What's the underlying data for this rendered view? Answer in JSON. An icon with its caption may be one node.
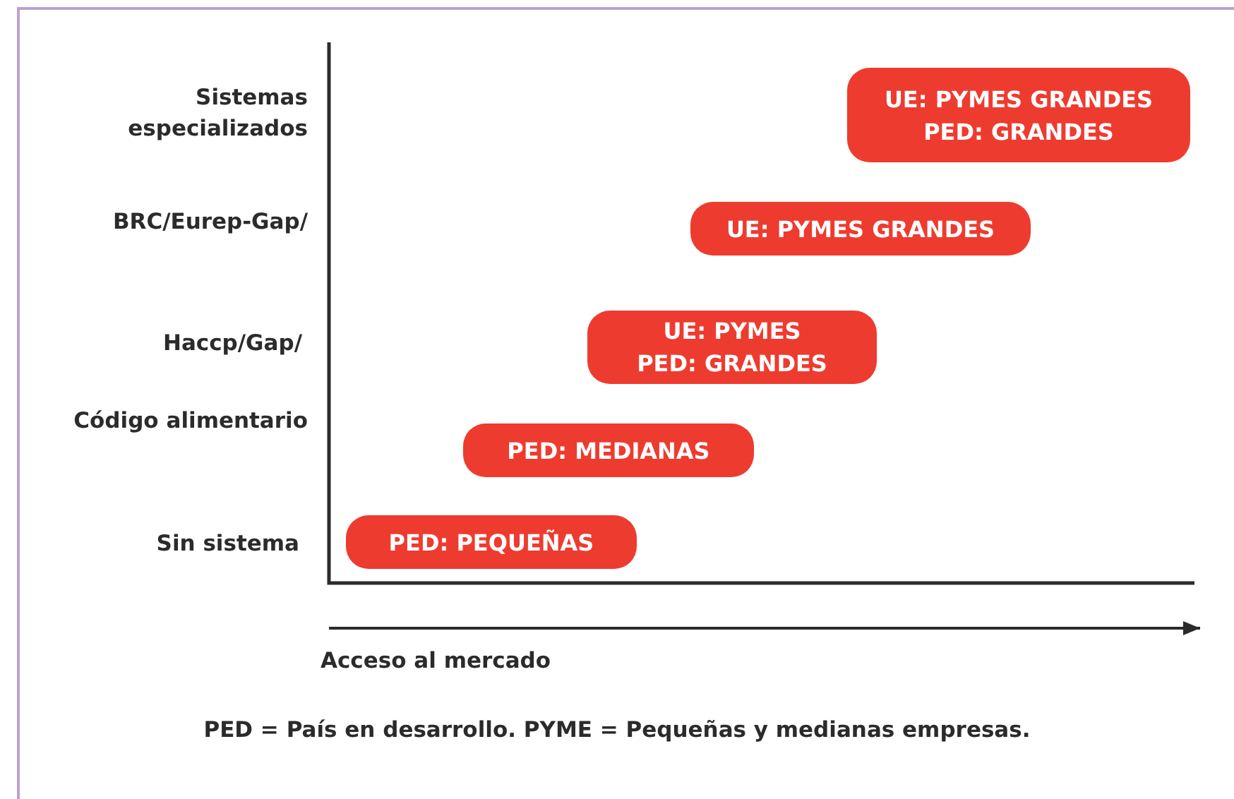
{
  "diagram": {
    "nodes": [
      {
        "text": [
          "UE: PYMES GRANDES",
          "PED: GRANDES"
        ]
      },
      {
        "text": [
          "UE: PYMES GRANDES"
        ]
      },
      {
        "text": [
          "UE: PYMES",
          "PED: GRANDES"
        ]
      },
      {
        "text": [
          "PED: MEDIANAS"
        ]
      },
      {
        "text": [
          "PED: PEQUEÑAS"
        ]
      }
    ],
    "edges": [],
    "labels": [
      "Sistemas especializados",
      "BRC/Eurep-Gap/",
      "Haccp/Gap/",
      "Código alimentario",
      "Sin sistema",
      "Acceso al mercado",
      "PED = País en desarrollo. PYME = Pequeñas y medianas empresas."
    ]
  }
}
